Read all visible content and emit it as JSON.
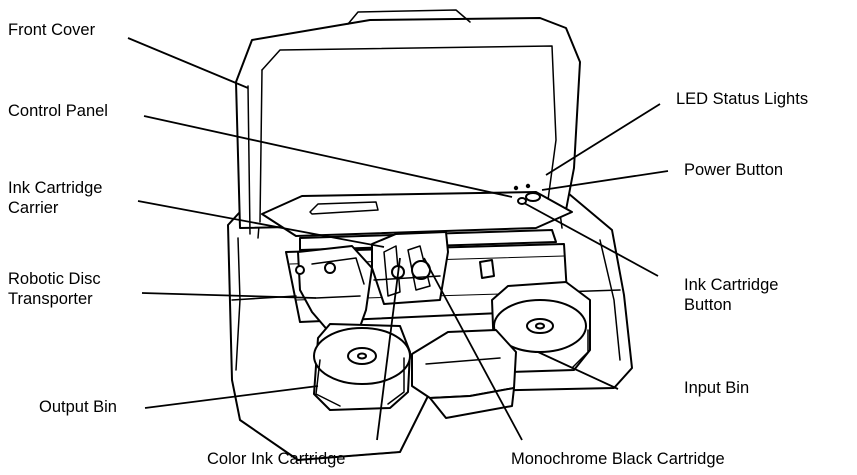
{
  "labels": {
    "front_cover": "Front Cover",
    "control_panel": "Control Panel",
    "ink_cartridge_carrier": [
      "Ink Cartridge",
      "Carrier"
    ],
    "robotic_disc_transporter": [
      "Robotic Disc",
      "Transporter"
    ],
    "output_bin": "Output Bin",
    "color_ink_cartridge": "Color Ink Cartridge",
    "monochrome_black_cartridge": "Monochrome Black Cartridge",
    "input_bin": "Input Bin",
    "ink_cartridge_button": [
      "Ink Cartridge",
      "Button"
    ],
    "power_button": "Power Button",
    "led_status_lights": "LED Status Lights"
  }
}
